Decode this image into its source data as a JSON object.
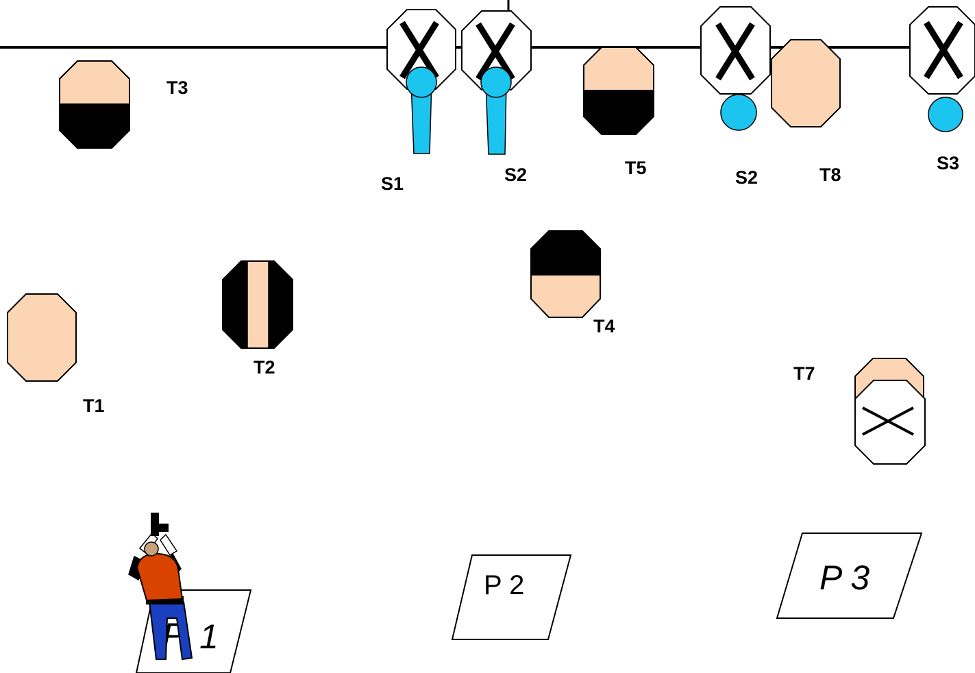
{
  "colors": {
    "paper_target": "#fcd5b4",
    "hard_cover": "#000000",
    "steel": "#1cc4f0",
    "no_shoot": "#ffffff",
    "shooter_shirt": "#d94300",
    "shooter_pants": "#1a3fbf",
    "shooter_head": "#c8a27a"
  },
  "targets": {
    "t1": "T1",
    "t2": "T2",
    "t3": "T3",
    "t4": "T4",
    "t5": "T5",
    "t7": "T7",
    "t8": "T8"
  },
  "steels": {
    "s1": "S1",
    "s2_left": "S2",
    "s2_right": "S2",
    "s3": "S3"
  },
  "positions": {
    "p1_left": "P",
    "p1_right": "1",
    "p2": "P 2",
    "p3": "P 3"
  },
  "icons": {
    "shooter": "shooter-figure-icon",
    "no_shoot": "no-shoot-x-icon",
    "popper": "steel-popper-icon",
    "plate": "steel-plate-icon"
  }
}
